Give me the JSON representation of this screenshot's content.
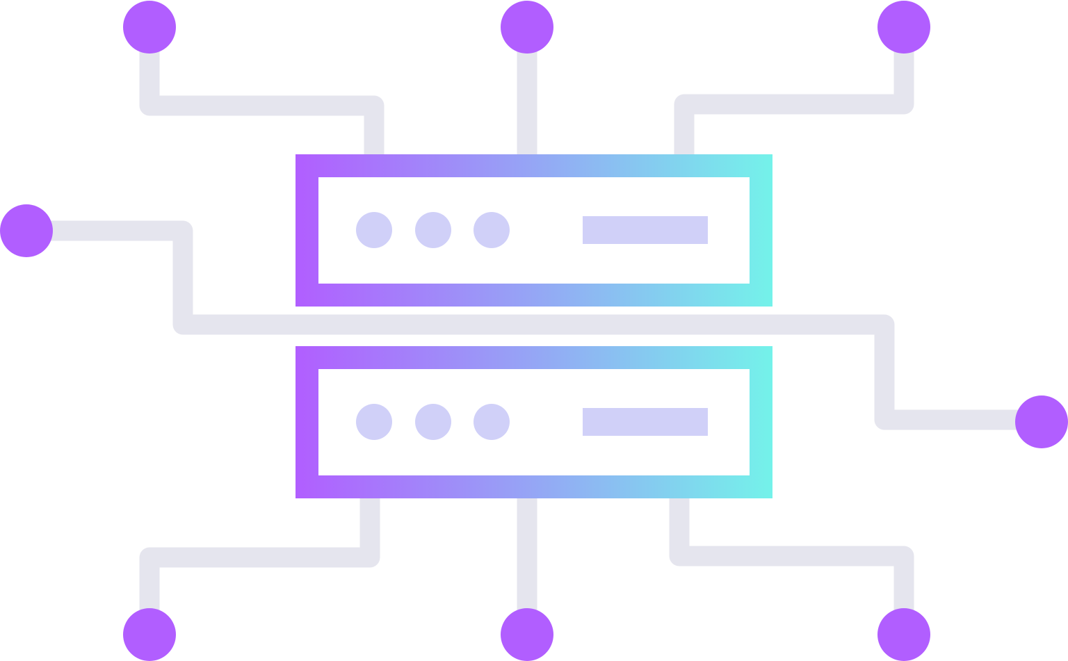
{
  "illustration": {
    "subject": "server-network-icon",
    "colors": {
      "node": "#B15EFF",
      "connector": "#E5E5EE",
      "gradient_start": "#B15EFF",
      "gradient_mid": "#95A6F5",
      "gradient_end": "#74F2EA",
      "indicator": "#D0D0F8",
      "background": "#FFFFFF"
    },
    "server_units": 2,
    "indicator_lights_per_unit": 3,
    "network_nodes": 8
  }
}
